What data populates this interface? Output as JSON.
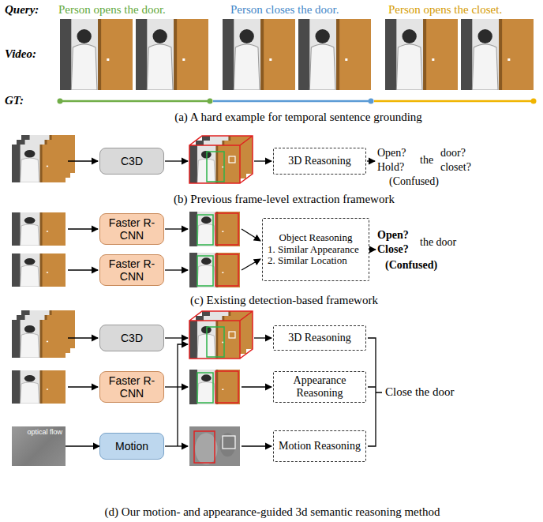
{
  "diagram": {
    "nodes": [
      {
        "text": [
          "C3D"
        ]
      },
      {
        "text": [
          "3D Reasoning"
        ]
      },
      {
        "text": [
          "Faster R-CNN"
        ]
      },
      {
        "text": [
          "Faster R-CNN"
        ]
      },
      {
        "text": [
          "Object Reasoning",
          "1. Similar Appearance",
          "2. Similar Location"
        ]
      },
      {
        "text": [
          "C3D"
        ]
      },
      {
        "text": [
          "3D Reasoning"
        ]
      },
      {
        "text": [
          "Faster R-CNN"
        ]
      },
      {
        "text": [
          "Appearance Reasoning"
        ]
      },
      {
        "text": [
          "optical flow"
        ]
      },
      {
        "text": [
          "Motion"
        ]
      },
      {
        "text": [
          "Motion Reasoning"
        ]
      }
    ],
    "edges": [
      {
        "from": 9,
        "to": 10,
        "arrow": "to"
      }
    ],
    "labels": [
      "Query:",
      "Person opens the door.",
      "Person closes the door.",
      "Person opens the closet.",
      "Video:",
      "GT:",
      "(a) A hard example for temporal sentence grounding",
      "Open?",
      "Hold?",
      "the",
      "door?",
      "closet?",
      "(Confused)",
      "(b) Previous frame-level extraction framework",
      "Open?",
      "Close?",
      "the door",
      "(Confused)",
      "(c) Existing detection-based framework",
      "Close the door",
      "(d) Our motion- and appearance-guided 3d semantic reasoning method"
    ]
  }
}
